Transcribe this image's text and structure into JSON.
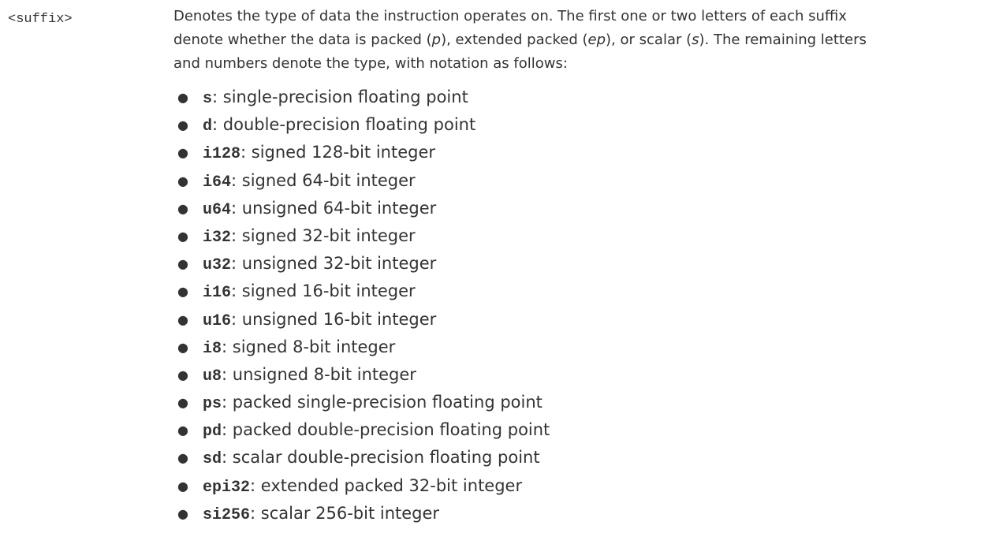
{
  "term": "<suffix>",
  "description": {
    "line1": "Denotes the type of data the instruction operates on. The first one or two letters of each suffix",
    "line2_a": "denote whether the data is packed (",
    "line2_p": "p",
    "line2_b": "), extended packed (",
    "line2_ep": "ep",
    "line2_c": "), or scalar (",
    "line2_s": "s",
    "line2_d": "). The remaining letters",
    "line3": "and numbers denote the type, with notation as follows:"
  },
  "items": [
    {
      "code": "s",
      "text": ": single-precision floating point"
    },
    {
      "code": "d",
      "text": ": double-precision floating point"
    },
    {
      "code": "i128",
      "text": ": signed 128-bit integer"
    },
    {
      "code": "i64",
      "text": ": signed 64-bit integer"
    },
    {
      "code": "u64",
      "text": ": unsigned 64-bit integer"
    },
    {
      "code": "i32",
      "text": ": signed 32-bit integer"
    },
    {
      "code": "u32",
      "text": ": unsigned 32-bit integer"
    },
    {
      "code": "i16",
      "text": ": signed 16-bit integer"
    },
    {
      "code": "u16",
      "text": ": unsigned 16-bit integer"
    },
    {
      "code": "i8",
      "text": ": signed 8-bit integer"
    },
    {
      "code": "u8",
      "text": ": unsigned 8-bit integer"
    },
    {
      "code": "ps",
      "text": ": packed single-precision floating point"
    },
    {
      "code": "pd",
      "text": ": packed double-precision floating point"
    },
    {
      "code": "sd",
      "text": ": scalar double-precision floating point"
    },
    {
      "code": "epi32",
      "text": ": extended packed 32-bit integer"
    },
    {
      "code": "si256",
      "text": ": scalar 256-bit integer"
    }
  ]
}
